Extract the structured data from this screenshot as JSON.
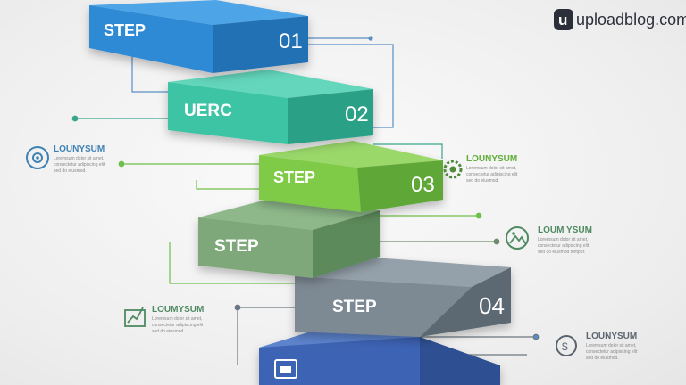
{
  "brand": {
    "logo_letter": "u",
    "name": "uploadblog.com"
  },
  "steps": [
    {
      "label": "STEP",
      "number": "01",
      "color": "#2f86d1"
    },
    {
      "label": "UERC",
      "number": "02",
      "color": "#35c0a3"
    },
    {
      "label": "STEP",
      "number": "03",
      "color": "#6fc23c"
    },
    {
      "label": "STEP",
      "number": "",
      "color": "#6e9e6a"
    },
    {
      "label": "STEP",
      "number": "04",
      "color": "#6b7780"
    },
    {
      "label": "",
      "number": "",
      "color": "#3c63b4"
    }
  ],
  "notes": [
    {
      "title": "LOUNYSUM",
      "lines": [
        "Loremsum dolor sit amet,",
        "consectetur adipiscing elit",
        "sed do eiusmod."
      ],
      "color": "#3f82b4",
      "icon": "target-icon"
    },
    {
      "title": "LOUNYSUM",
      "lines": [
        "Loremsum dolor sit amet,",
        "consectetur adipiscing elit",
        "sed do eiusmod."
      ],
      "color": "#5fae3a",
      "icon": "gear-icon"
    },
    {
      "title": "LOUM YSUM",
      "lines": [
        "Loremsum dolor sit amet,",
        "consectetur adipiscing elit",
        "sed do eiusmod tempor."
      ],
      "color": "#4f8a62",
      "icon": "landscape-icon"
    },
    {
      "title": "LOUMYSUM",
      "lines": [
        "Loremsum dolor sit amet,",
        "consectetur adipiscing elit",
        "sed do eiusmod."
      ],
      "color": "#4f8a62",
      "icon": "chart-icon"
    },
    {
      "title": "LOUNYSUM",
      "lines": [
        "Loremsum dolor sit amet,",
        "consectetur adipiscing elit",
        "sed do eiusmod."
      ],
      "color": "#5a6570",
      "icon": "dollar-icon"
    }
  ],
  "bottom_icon": "media-icon"
}
